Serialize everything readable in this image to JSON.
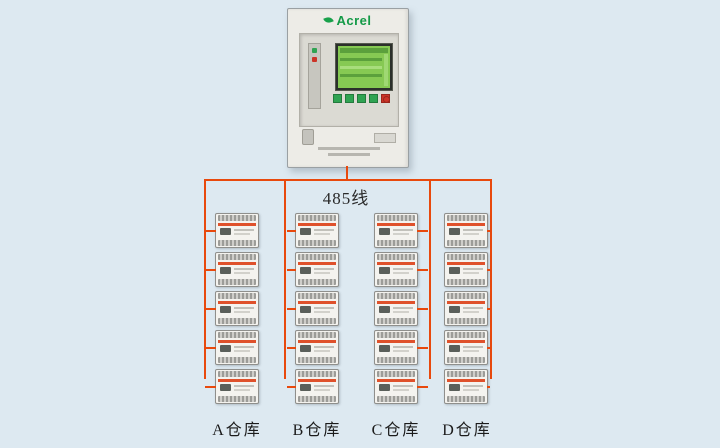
{
  "diagram": {
    "bus_label": "485线",
    "line_color": "#e8490d",
    "devices_per_column": 5
  },
  "cabinet": {
    "brand": "Acrel",
    "brand_color": "#149a47",
    "screen_color": "#86c953"
  },
  "warehouses": [
    {
      "label": "A仓库"
    },
    {
      "label": "B仓库"
    },
    {
      "label": "C仓库"
    },
    {
      "label": "D仓库"
    }
  ]
}
